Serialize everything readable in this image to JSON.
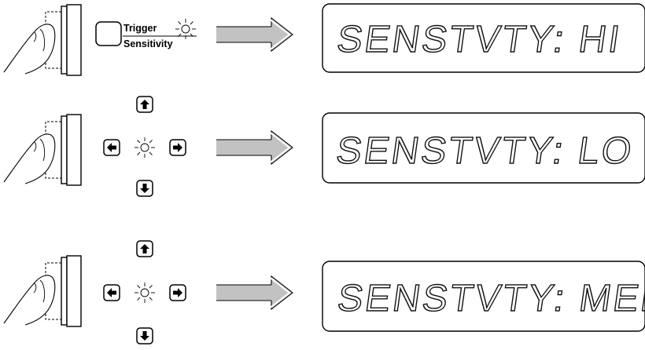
{
  "steps": [
    {
      "control": "trigger-sensitivity-button",
      "button_label_line1": "Trigger",
      "button_label_line2": "Sensitivity",
      "display_text": "SENSTVTY: HI"
    },
    {
      "control": "arrow-keypad",
      "display_text": "SENSTVTY: LO"
    },
    {
      "control": "arrow-keypad",
      "display_text": "SENSTVTY: MED"
    }
  ],
  "colors": {
    "arrow_fill": "#c2c2c2",
    "line": "#000000"
  }
}
